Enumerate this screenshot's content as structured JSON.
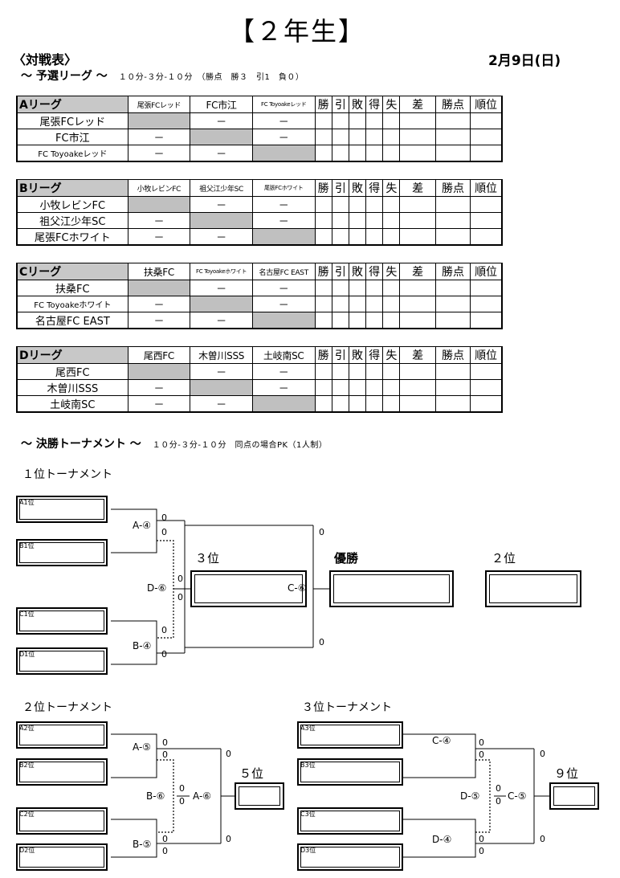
{
  "title": "【２年生】",
  "taisen": "〈対戦表〉",
  "date": "2月9日(日)",
  "league_section": {
    "title": "～ 予選リーグ ～",
    "note": "１０分-３分-１０分　（勝点　勝３　引1　負０）"
  },
  "stat_headers": [
    "勝",
    "引",
    "敗",
    "得",
    "失",
    "差",
    "勝点",
    "順位"
  ],
  "dash": "－",
  "leagues": [
    {
      "name": "Aリーグ",
      "teams": [
        "尾張FCレッド",
        "FC市江",
        "FC Toyoakeレッド"
      ]
    },
    {
      "name": "Bリーグ",
      "teams": [
        "小牧レビンFC",
        "祖父江少年SC",
        "尾張FCホワイト"
      ]
    },
    {
      "name": "Cリーグ",
      "teams": [
        "扶桑FC",
        "FC Toyoakeホワイト",
        "名古屋FC EAST"
      ]
    },
    {
      "name": "Dリーグ",
      "teams": [
        "尾西FC",
        "木曽川SSS",
        "土岐南SC"
      ]
    }
  ],
  "final_section": {
    "title": "～ 決勝トーナメント ～",
    "note": "１０分-３分-１０分　同点の場合PK（1人制）"
  },
  "t1": {
    "title": "１位トーナメント",
    "slots": [
      "A1位",
      "B1位",
      "C1位",
      "D1位"
    ],
    "matches": [
      "A-④",
      "B-④",
      "D-⑥",
      "C-⑥"
    ],
    "place3": "３位",
    "winner": "優勝",
    "place2": "２位"
  },
  "t2": {
    "title": "２位トーナメント",
    "slots": [
      "A2位",
      "B2位",
      "C2位",
      "D2位"
    ],
    "matches": [
      "A-⑤",
      "B-⑤",
      "B-⑥",
      "A-⑥"
    ],
    "place": "５位"
  },
  "t3": {
    "title": "３位トーナメント",
    "slots": [
      "A3位",
      "B3位",
      "C3位",
      "D3位"
    ],
    "matches": [
      "C-④",
      "D-④",
      "D-⑤",
      "C-⑤"
    ],
    "place": "９位"
  },
  "score": "0"
}
